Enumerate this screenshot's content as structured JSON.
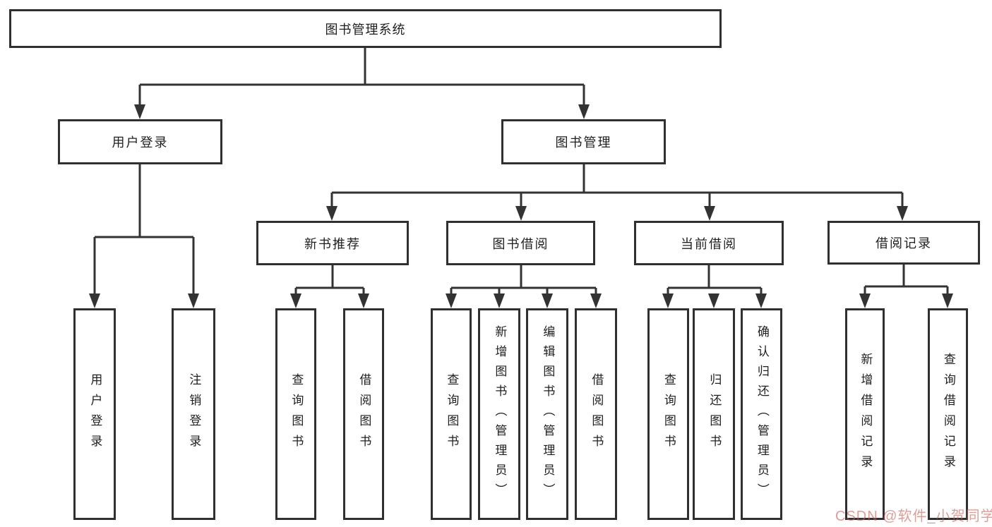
{
  "tree": {
    "root": "图书管理系统",
    "children": [
      {
        "label": "用户登录",
        "children": [
          "用户登录",
          "注销登录"
        ]
      },
      {
        "label": "图书管理",
        "children": [
          {
            "label": "新书推荐",
            "children": [
              "查询图书",
              "借阅图书"
            ]
          },
          {
            "label": "图书借阅",
            "children": [
              "查询图书",
              "新增图书（管理员）",
              "编辑图书（管理员）",
              "借阅图书"
            ]
          },
          {
            "label": "当前借阅",
            "children": [
              "查询图书",
              "归还图书",
              "确认归还（管理员）"
            ]
          },
          {
            "label": "借阅记录",
            "children": [
              "新增借阅记录",
              "查询借阅记录"
            ]
          }
        ]
      }
    ]
  },
  "colors": {
    "line": "#333333",
    "box_border": "#303030",
    "box_fill": "#ffffff",
    "text": "#1f1f1f",
    "watermark": "#c55e52"
  },
  "watermark": {
    "text": "CSDN @软件_小贺同学"
  }
}
